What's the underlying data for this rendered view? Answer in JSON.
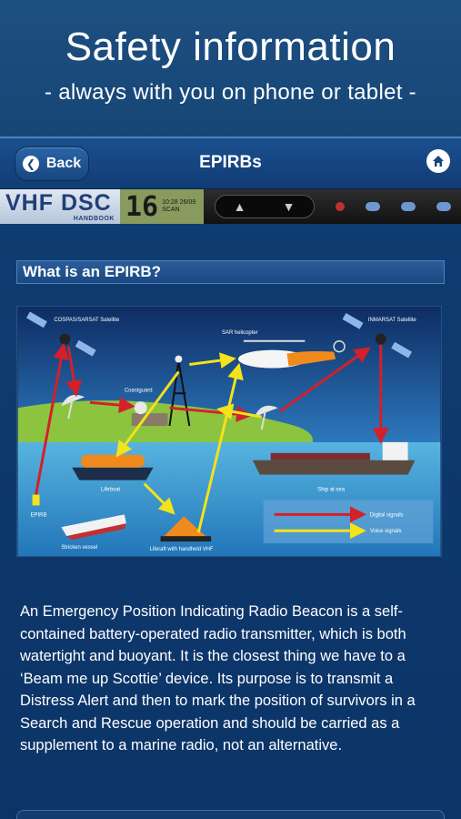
{
  "promo": {
    "title": "Safety information",
    "subtitle": "- always with you on phone or tablet -"
  },
  "navbar": {
    "back_label": "Back",
    "title": "EPIRBs"
  },
  "banner": {
    "logo_text": "VHF DSC",
    "logo_sub": "HANDBOOK",
    "channel": "16",
    "lcd_meta_1": "10:28 26/09",
    "lcd_meta_2": "SCAN"
  },
  "section": {
    "heading": "What is an EPIRB?"
  },
  "diagram": {
    "labels": {
      "cospas": "COSPAS/SARSAT Satellite",
      "inmarsat": "INMARSAT Satellite",
      "sar": "SAR helicopter",
      "coastguard": "Coastguard",
      "lifeboat": "Lifeboat",
      "ship": "Ship at sea",
      "epirb": "EPIRB",
      "stricken": "Stricken vessel",
      "liferaft": "Liferaft with handheld VHF",
      "digital": "Digital signals",
      "voice": "Voice signals"
    }
  },
  "body": {
    "paragraph": "An Emergency Position Indicating Radio Beacon is a self-contained battery-operated radio transmitter, which is both watertight and buoyant. It is the closest thing we have to a ‘Beam me up Scottie’ device. Its purpose is to transmit a Distress Alert and then to mark the position of survivors in a Search and Rescue operation and should be carried as a supplement to a marine radio, not an alternative."
  },
  "colors": {
    "digital_signal": "#d3202a",
    "voice_signal": "#f4e21a",
    "accent_blue": "#1b4f8f"
  }
}
